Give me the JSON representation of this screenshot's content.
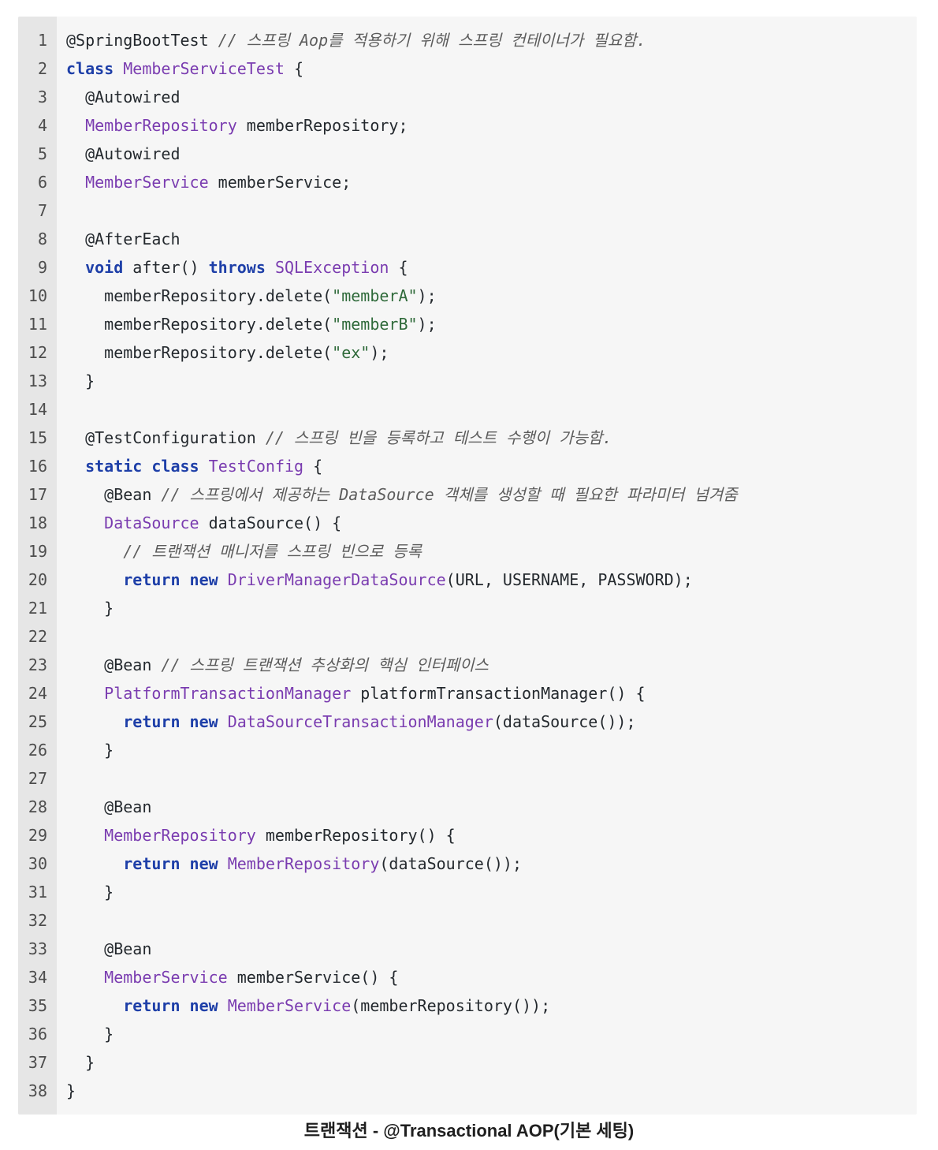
{
  "code": {
    "lines": [
      [
        {
          "t": "pl",
          "v": "@SpringBootTest "
        },
        {
          "t": "cm",
          "v": "// 스프링 Aop를 적용하기 위해 스프링 컨테이너가 필요함."
        }
      ],
      [
        {
          "t": "kw",
          "v": "class"
        },
        {
          "t": "pl",
          "v": " "
        },
        {
          "t": "ty",
          "v": "MemberServiceTest"
        },
        {
          "t": "pl",
          "v": " {"
        }
      ],
      [
        {
          "t": "pl",
          "v": "  @Autowired"
        }
      ],
      [
        {
          "t": "pl",
          "v": "  "
        },
        {
          "t": "ty",
          "v": "MemberRepository"
        },
        {
          "t": "pl",
          "v": " memberRepository;"
        }
      ],
      [
        {
          "t": "pl",
          "v": "  @Autowired"
        }
      ],
      [
        {
          "t": "pl",
          "v": "  "
        },
        {
          "t": "ty",
          "v": "MemberService"
        },
        {
          "t": "pl",
          "v": " memberService;"
        }
      ],
      [],
      [
        {
          "t": "pl",
          "v": "  @AfterEach"
        }
      ],
      [
        {
          "t": "pl",
          "v": "  "
        },
        {
          "t": "kw",
          "v": "void"
        },
        {
          "t": "pl",
          "v": " after() "
        },
        {
          "t": "kw",
          "v": "throws"
        },
        {
          "t": "pl",
          "v": " "
        },
        {
          "t": "ty",
          "v": "SQLException"
        },
        {
          "t": "pl",
          "v": " {"
        }
      ],
      [
        {
          "t": "pl",
          "v": "    memberRepository.delete("
        },
        {
          "t": "st",
          "v": "\"memberA\""
        },
        {
          "t": "pl",
          "v": ");"
        }
      ],
      [
        {
          "t": "pl",
          "v": "    memberRepository.delete("
        },
        {
          "t": "st",
          "v": "\"memberB\""
        },
        {
          "t": "pl",
          "v": ");"
        }
      ],
      [
        {
          "t": "pl",
          "v": "    memberRepository.delete("
        },
        {
          "t": "st",
          "v": "\"ex\""
        },
        {
          "t": "pl",
          "v": ");"
        }
      ],
      [
        {
          "t": "pl",
          "v": "  }"
        }
      ],
      [],
      [
        {
          "t": "pl",
          "v": "  @TestConfiguration "
        },
        {
          "t": "cm",
          "v": "// 스프링 빈을 등록하고 테스트 수행이 가능함."
        }
      ],
      [
        {
          "t": "pl",
          "v": "  "
        },
        {
          "t": "kw",
          "v": "static"
        },
        {
          "t": "pl",
          "v": " "
        },
        {
          "t": "kw",
          "v": "class"
        },
        {
          "t": "pl",
          "v": " "
        },
        {
          "t": "ty",
          "v": "TestConfig"
        },
        {
          "t": "pl",
          "v": " {"
        }
      ],
      [
        {
          "t": "pl",
          "v": "    @Bean "
        },
        {
          "t": "cm",
          "v": "// 스프링에서 제공하는 DataSource 객체를 생성할 때 필요한 파라미터 넘겨줌"
        }
      ],
      [
        {
          "t": "pl",
          "v": "    "
        },
        {
          "t": "ty",
          "v": "DataSource"
        },
        {
          "t": "pl",
          "v": " dataSource() {"
        }
      ],
      [
        {
          "t": "pl",
          "v": "      "
        },
        {
          "t": "cm",
          "v": "// 트랜잭션 매니저를 스프링 빈으로 등록"
        }
      ],
      [
        {
          "t": "pl",
          "v": "      "
        },
        {
          "t": "kw",
          "v": "return"
        },
        {
          "t": "pl",
          "v": " "
        },
        {
          "t": "kw",
          "v": "new"
        },
        {
          "t": "pl",
          "v": " "
        },
        {
          "t": "ty",
          "v": "DriverManagerDataSource"
        },
        {
          "t": "pl",
          "v": "(URL, USERNAME, PASSWORD);"
        }
      ],
      [
        {
          "t": "pl",
          "v": "    }"
        }
      ],
      [],
      [
        {
          "t": "pl",
          "v": "    @Bean "
        },
        {
          "t": "cm",
          "v": "// 스프링 트랜잭션 추상화의 핵심 인터페이스"
        }
      ],
      [
        {
          "t": "pl",
          "v": "    "
        },
        {
          "t": "ty",
          "v": "PlatformTransactionManager"
        },
        {
          "t": "pl",
          "v": " platformTransactionManager() {"
        }
      ],
      [
        {
          "t": "pl",
          "v": "      "
        },
        {
          "t": "kw",
          "v": "return"
        },
        {
          "t": "pl",
          "v": " "
        },
        {
          "t": "kw",
          "v": "new"
        },
        {
          "t": "pl",
          "v": " "
        },
        {
          "t": "ty",
          "v": "DataSourceTransactionManager"
        },
        {
          "t": "pl",
          "v": "(dataSource());"
        }
      ],
      [
        {
          "t": "pl",
          "v": "    }"
        }
      ],
      [],
      [
        {
          "t": "pl",
          "v": "    @Bean"
        }
      ],
      [
        {
          "t": "pl",
          "v": "    "
        },
        {
          "t": "ty",
          "v": "MemberRepository"
        },
        {
          "t": "pl",
          "v": " memberRepository() {"
        }
      ],
      [
        {
          "t": "pl",
          "v": "      "
        },
        {
          "t": "kw",
          "v": "return"
        },
        {
          "t": "pl",
          "v": " "
        },
        {
          "t": "kw",
          "v": "new"
        },
        {
          "t": "pl",
          "v": " "
        },
        {
          "t": "ty",
          "v": "MemberRepository"
        },
        {
          "t": "pl",
          "v": "(dataSource());"
        }
      ],
      [
        {
          "t": "pl",
          "v": "    }"
        }
      ],
      [],
      [
        {
          "t": "pl",
          "v": "    @Bean"
        }
      ],
      [
        {
          "t": "pl",
          "v": "    "
        },
        {
          "t": "ty",
          "v": "MemberService"
        },
        {
          "t": "pl",
          "v": " memberService() {"
        }
      ],
      [
        {
          "t": "pl",
          "v": "      "
        },
        {
          "t": "kw",
          "v": "return"
        },
        {
          "t": "pl",
          "v": " "
        },
        {
          "t": "kw",
          "v": "new"
        },
        {
          "t": "pl",
          "v": " "
        },
        {
          "t": "ty",
          "v": "MemberService"
        },
        {
          "t": "pl",
          "v": "(memberRepository());"
        }
      ],
      [
        {
          "t": "pl",
          "v": "    }"
        }
      ],
      [
        {
          "t": "pl",
          "v": "  }"
        }
      ],
      [
        {
          "t": "pl",
          "v": "}"
        }
      ]
    ]
  },
  "caption": "트랜잭션 - @Transactional AOP(기본 세팅)"
}
